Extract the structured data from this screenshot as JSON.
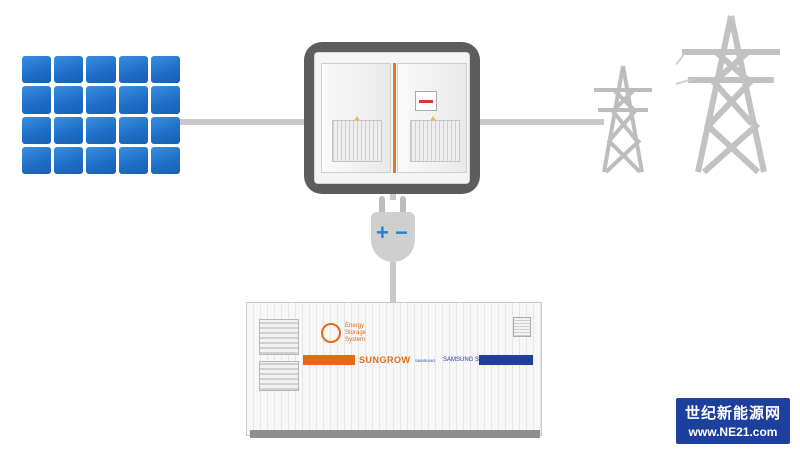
{
  "diagram": {
    "nodes": [
      {
        "id": "solar-panel",
        "icon": "solar-panel-icon"
      },
      {
        "id": "inverter",
        "icon": "inverter-cabinet-icon"
      },
      {
        "id": "grid",
        "icon": "power-tower-icon"
      },
      {
        "id": "plug",
        "icon": "plug-icon",
        "signs": {
          "plus": "+",
          "minus": "−"
        }
      },
      {
        "id": "storage",
        "icon": "storage-container-icon"
      }
    ],
    "edges": [
      [
        "solar-panel",
        "inverter"
      ],
      [
        "inverter",
        "grid"
      ],
      [
        "inverter",
        "plug"
      ],
      [
        "plug",
        "storage"
      ]
    ]
  },
  "container": {
    "system_label": "Energy\nStorage\nSystem",
    "brand_sungrow": "SUNGROW",
    "brand_samsung": "SAMSUNG",
    "brand_sdi": "SAMSUNG SDI"
  },
  "watermark": {
    "name_cn": "世纪新能源网",
    "url": "www.NE21.com"
  },
  "colors": {
    "solar_blue": "#1f6fc8",
    "accent_blue": "#2a7fd4",
    "sungrow_orange": "#e46a17",
    "samsung_blue": "#1f3f9a",
    "watermark_bg": "#1d3f9e",
    "line_grey": "#c8c8c8"
  }
}
